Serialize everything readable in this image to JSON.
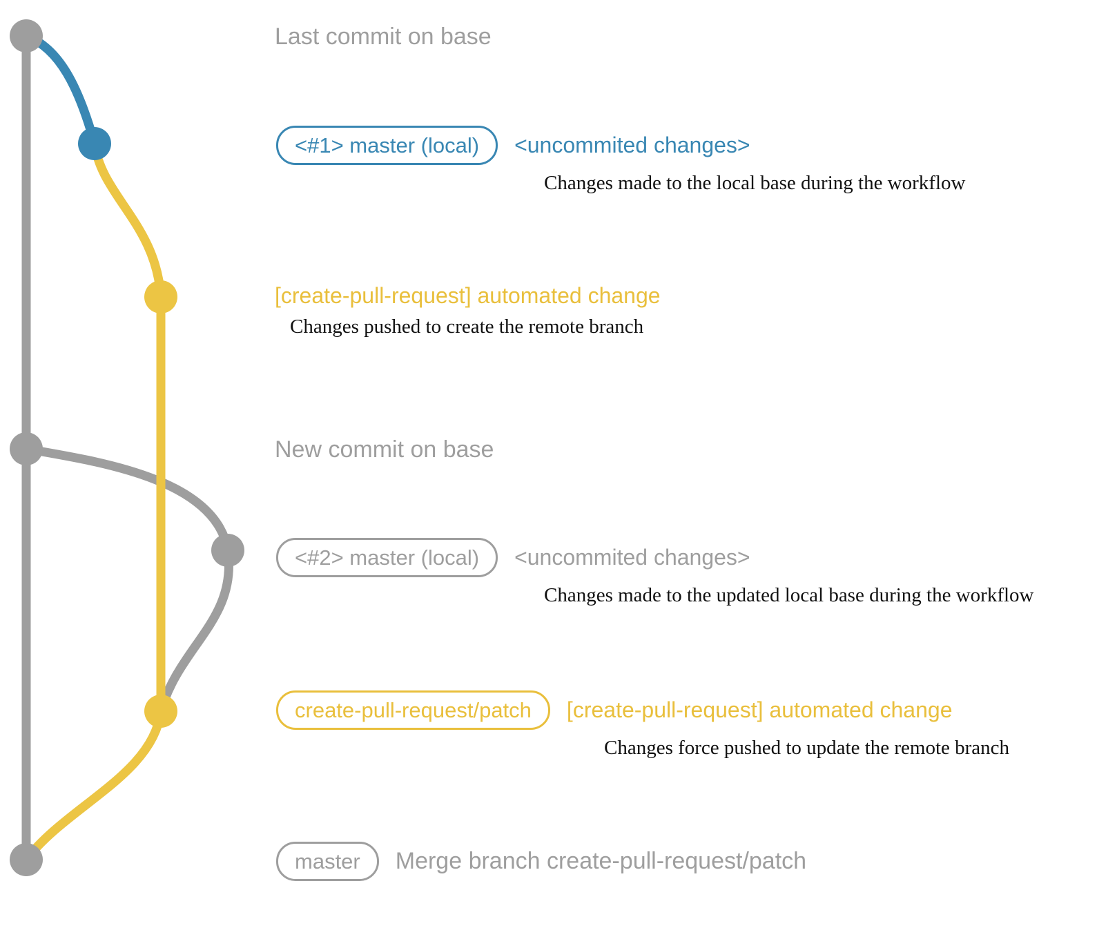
{
  "colors": {
    "base_gray": "#9e9e9e",
    "branch_blue": "#3987b3",
    "branch_yellow": "#ecc544",
    "desc_black": "#111111"
  },
  "graph": {
    "base_branch": "master (base)",
    "node_count": 7
  },
  "annotations": {
    "last_commit": {
      "label": "Last commit on base"
    },
    "commit1": {
      "badge": "<#1> master (local)",
      "title": "<uncommited changes>",
      "desc": "Changes made to the local base during the workflow"
    },
    "push1": {
      "title": "[create-pull-request] automated change",
      "desc": "Changes pushed to create the remote branch"
    },
    "new_commit": {
      "label": "New commit on base"
    },
    "commit2": {
      "badge": "<#2> master (local)",
      "title": "<uncommited changes>",
      "desc": "Changes made to the updated local base during the workflow"
    },
    "push2": {
      "badge": "create-pull-request/patch",
      "title": "[create-pull-request] automated change",
      "desc": "Changes force pushed to update the remote branch"
    },
    "merge": {
      "badge": "master",
      "title": "Merge branch create-pull-request/patch"
    }
  }
}
